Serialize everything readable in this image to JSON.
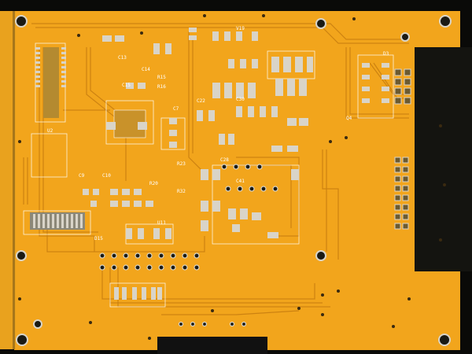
{
  "image": {
    "subject": "printed-circuit-board",
    "colors": {
      "background": "#0a0a08",
      "board": "#f2a51c",
      "board_edge": "#e0901a",
      "trace": "#c97f10",
      "pad": "#d9d4c8",
      "pad_dark": "#6b5a30",
      "silkscreen": "#ffffff",
      "hole": "#1a1a14",
      "cutout": "#111111"
    },
    "silkscreen_labels": [
      "D3",
      "C13",
      "C14",
      "C15",
      "R15",
      "R16",
      "C7",
      "C22",
      "C30",
      "Q4",
      "U2",
      "R23",
      "C28",
      "C9",
      "R20",
      "C10",
      "C41",
      "R32",
      "D15",
      "U11",
      "V19"
    ]
  }
}
